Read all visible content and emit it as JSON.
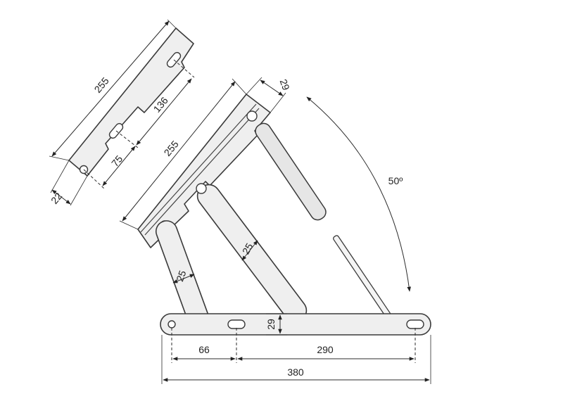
{
  "dimensions": {
    "loose_arm_length": "255",
    "loose_arm_slot_spacing": "136",
    "loose_arm_hole_offset": "75",
    "loose_arm_end": "22",
    "mounted_arm_length": "255",
    "mounted_arm_end": "29",
    "link_width_upper": "25",
    "link_width_lower": "25",
    "base_height": "29",
    "base_span_left": "66",
    "base_span_right": "290",
    "base_total": "380",
    "opening_angle": "50º"
  }
}
